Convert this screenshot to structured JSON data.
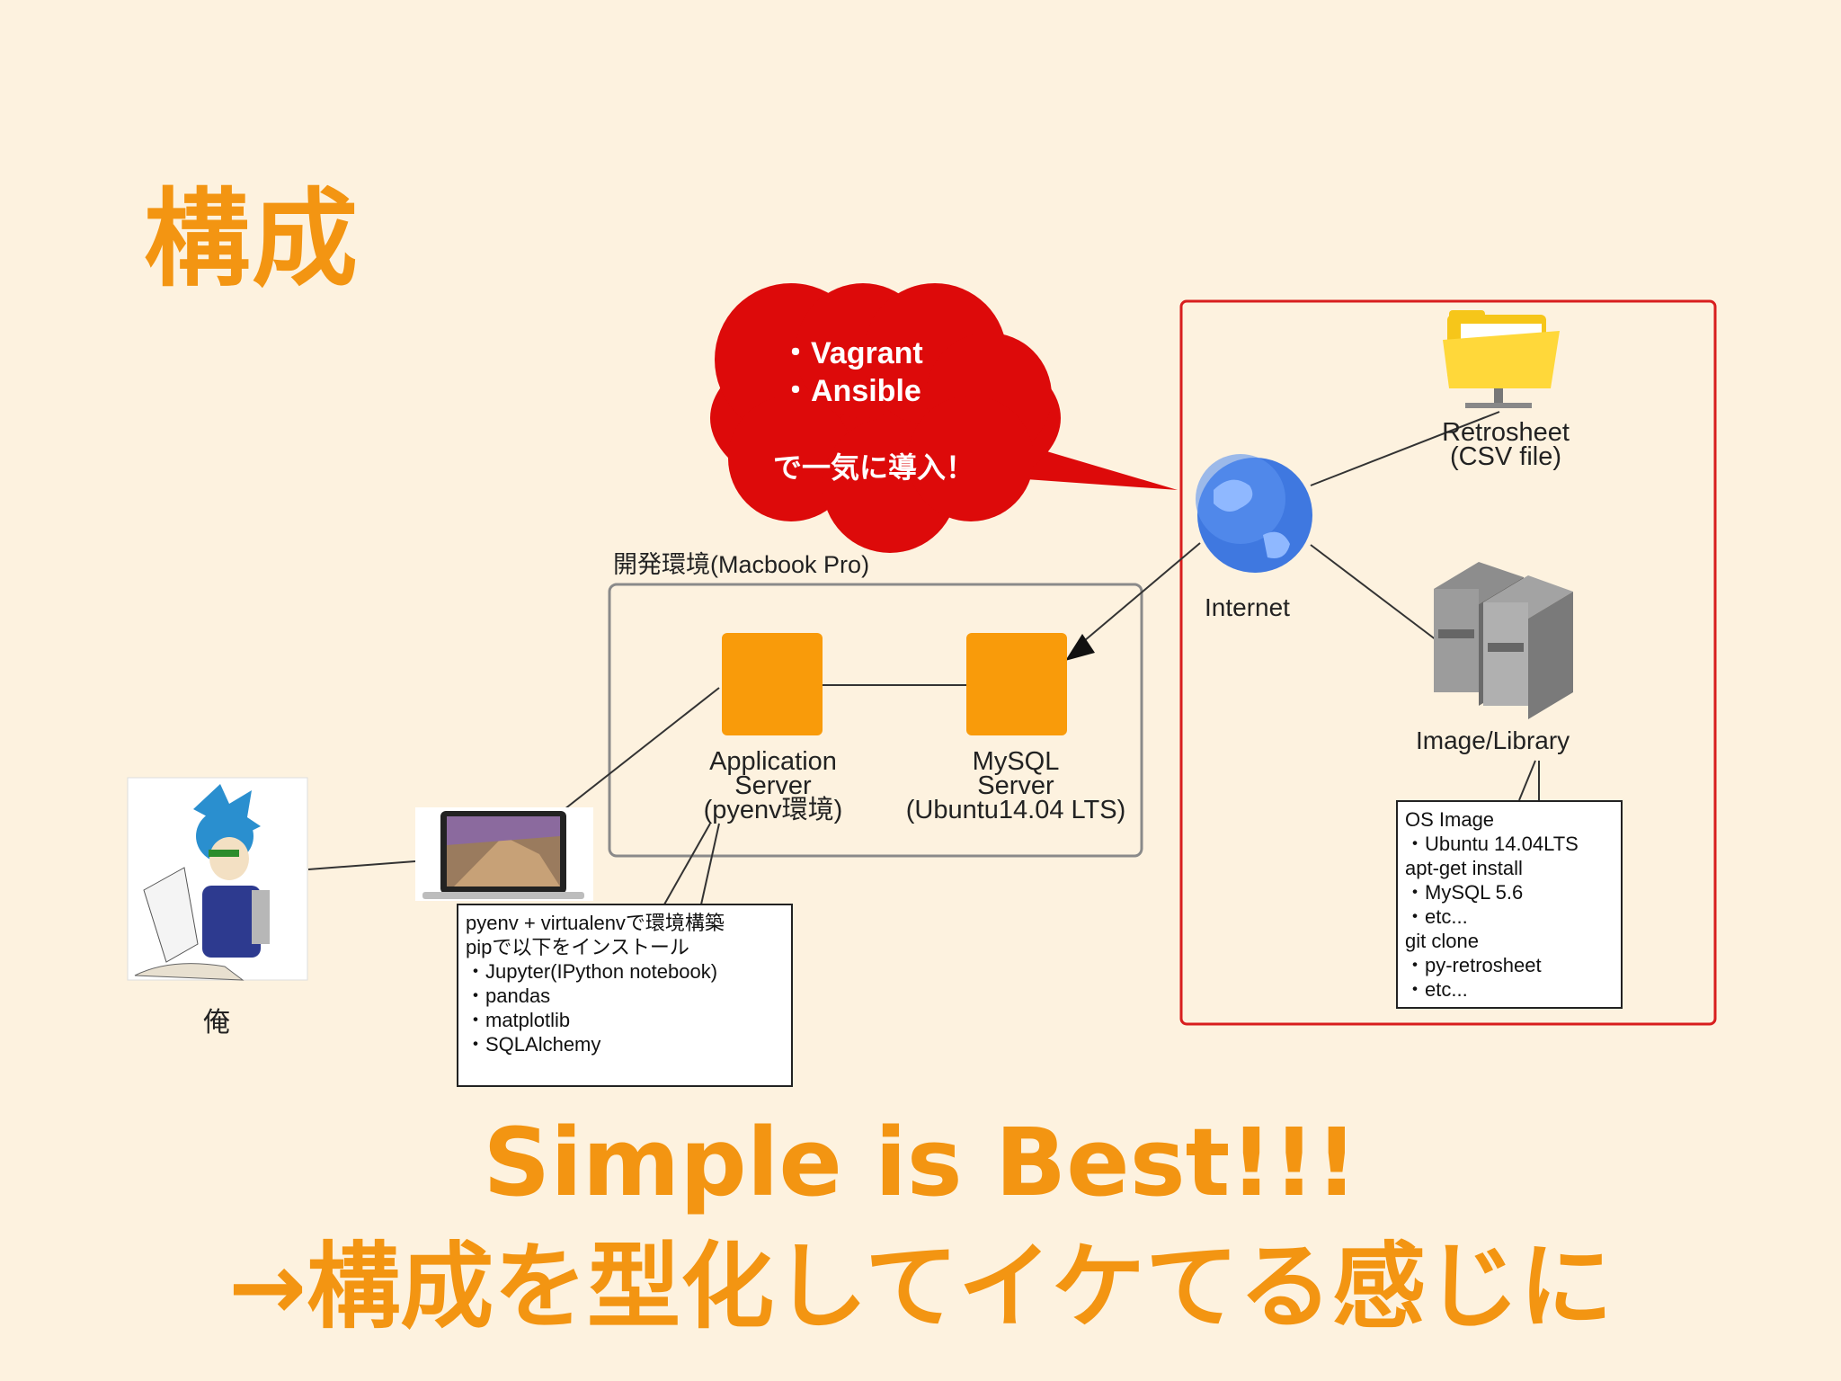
{
  "slide_title": "構成",
  "cloud": {
    "lines": [
      "・Vagrant",
      "・Ansible"
    ],
    "caption": "で一気に導入！"
  },
  "dev_env_label": "開発環境(Macbook Pro)",
  "app_server_label": "Application\nServer\n(pyenv環境)",
  "mysql_server_label": "MySQL\nServer\n(Ubuntu14.04 LTS)",
  "internet_label": "Internet",
  "retrosheet_label": "Retrosheet\n(CSV file)",
  "image_library_label": "Image/Library",
  "me_label": "俺",
  "pyenv_note": [
    "pyenv + virtualenvで環境構築",
    "pipで以下をインストール",
    "・Jupyter(IPython notebook)",
    "・pandas",
    "・matplotlib",
    "・SQLAlchemy"
  ],
  "image_note": [
    "OS Image",
    "・Ubuntu 14.04LTS",
    "apt-get install",
    "・MySQL 5.6",
    "・etc...",
    "git clone",
    "・py-retrosheet",
    "・etc..."
  ],
  "slogan_line1": "Simple is Best!!!",
  "slogan_line2": "→構成を型化してイケてる感じに",
  "colors": {
    "accent": "#f39512",
    "cloud": "#dd0a0a",
    "server_box": "#f99b0a",
    "internet_frame": "#d81e1e",
    "background": "#fdf2df"
  }
}
